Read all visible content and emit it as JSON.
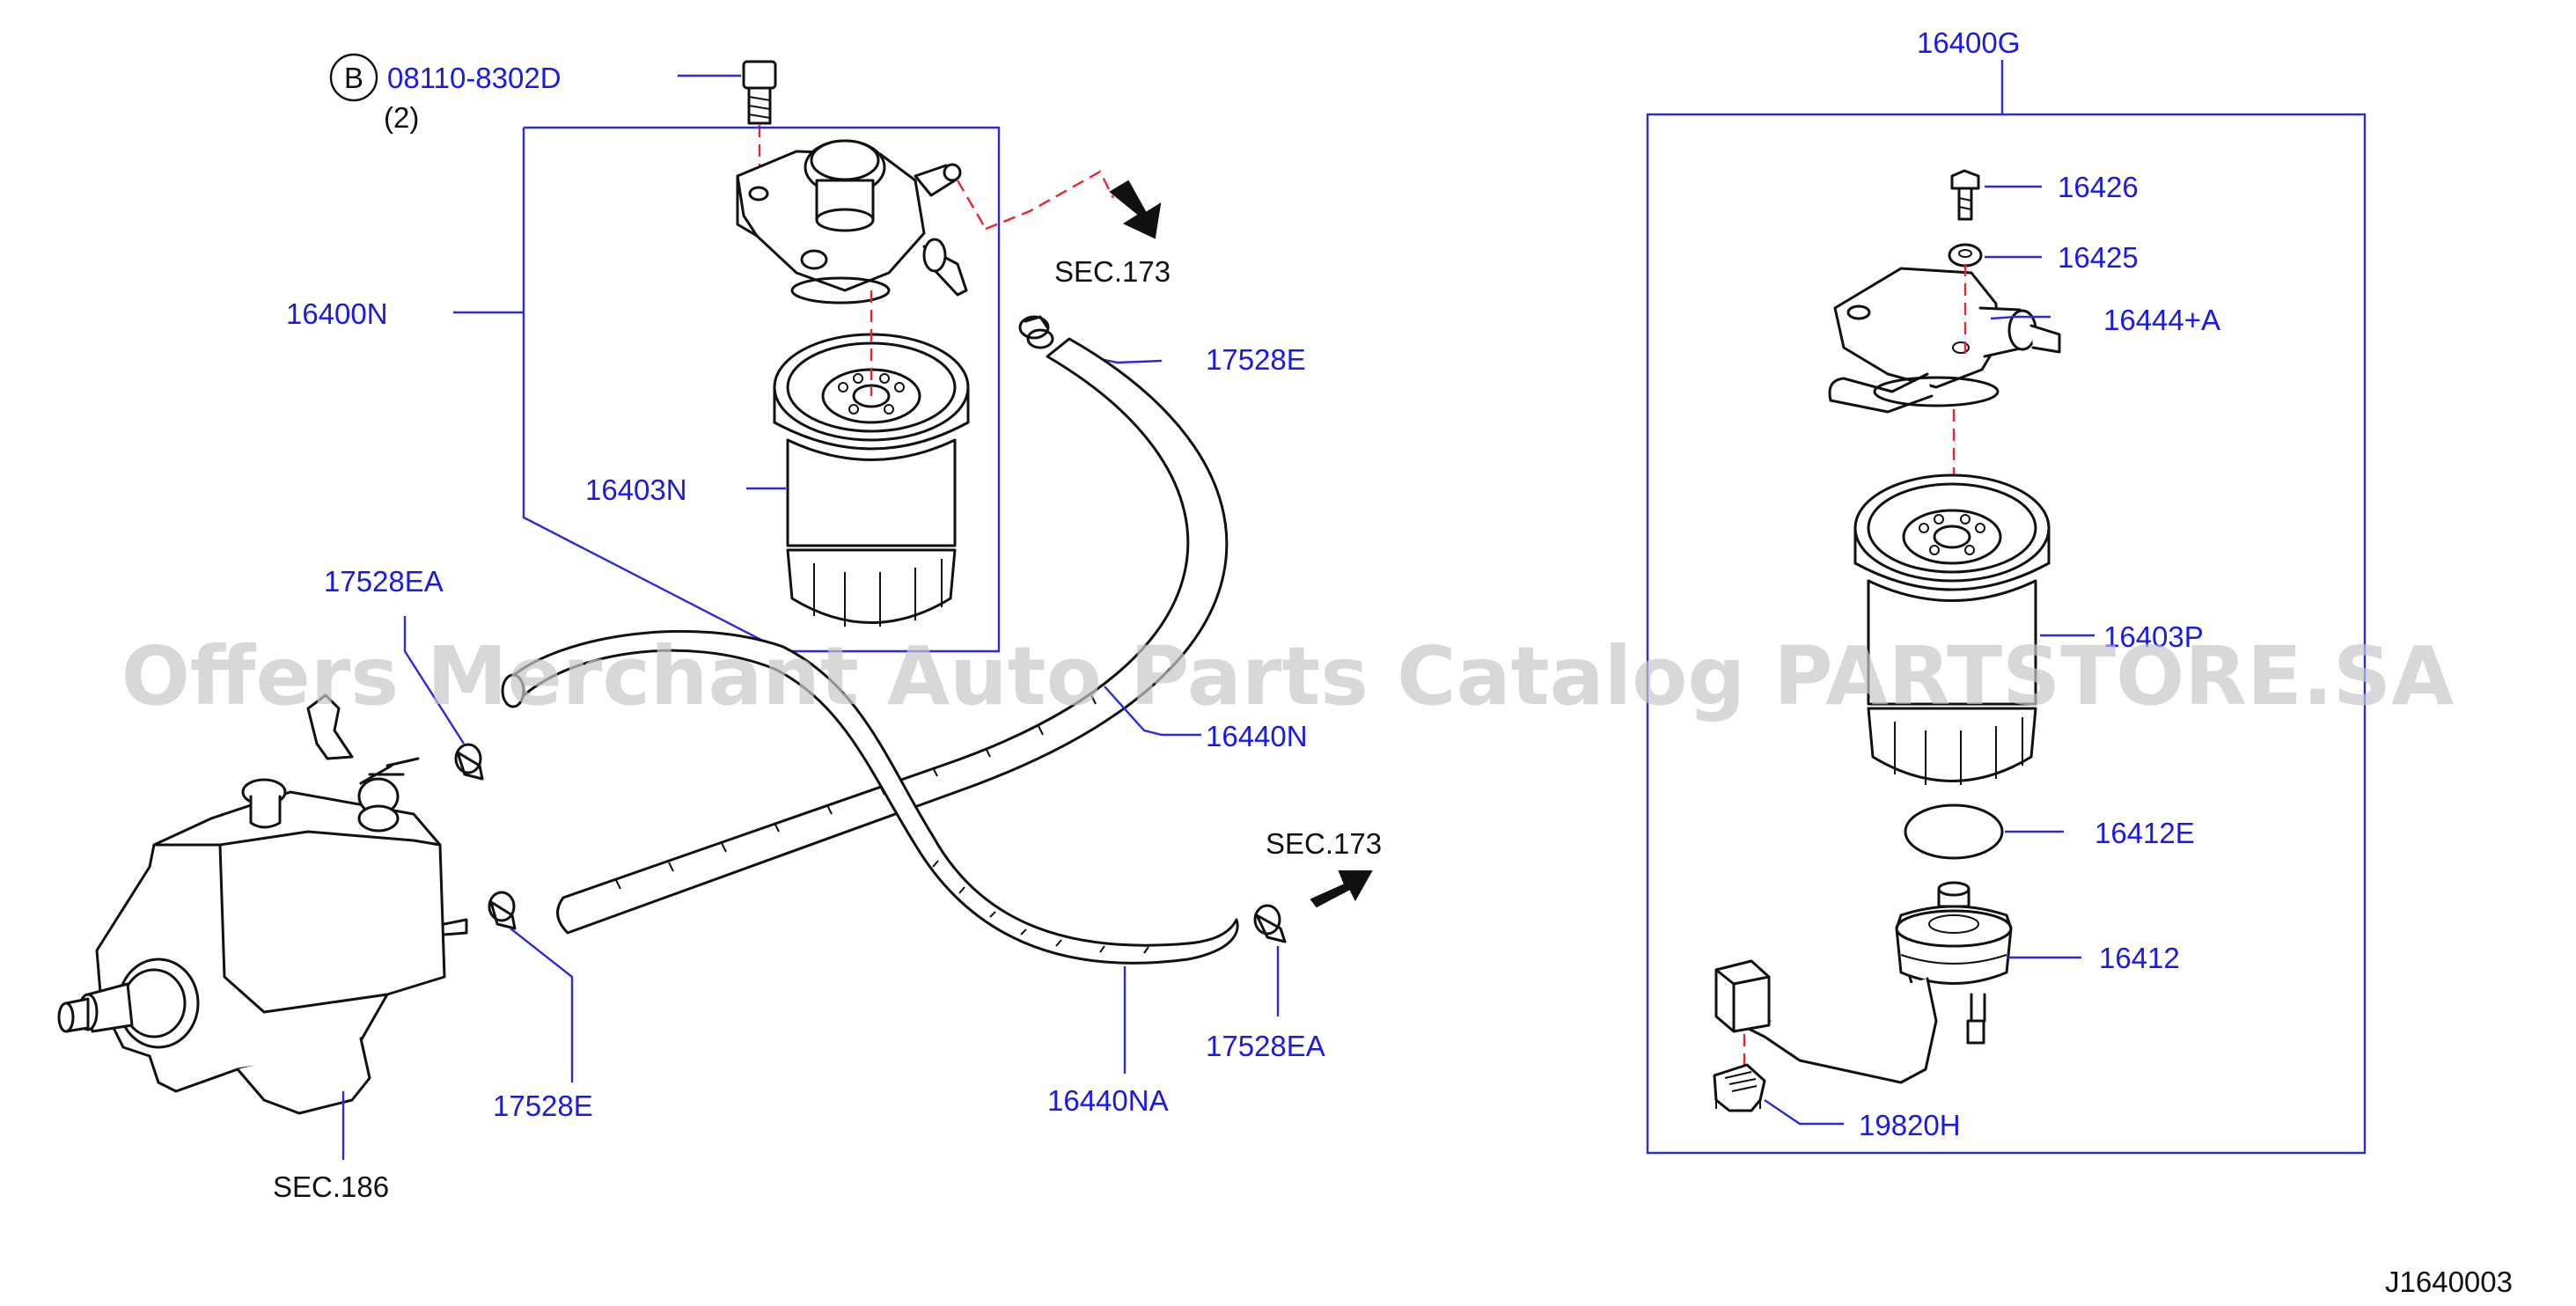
{
  "bolt_callout": {
    "badge": "B",
    "part": "08110-8302D",
    "qty": "(2)"
  },
  "labels": {
    "p16400N": "16400N",
    "p16403N": "16403N",
    "p17528E_top": "17528E",
    "p17528EA_left": "17528EA",
    "p16440N": "16440N",
    "p17528E_bottom": "17528E",
    "p16440NA": "16440NA",
    "p17528EA_right": "17528EA",
    "p16400G": "16400G",
    "p16426": "16426",
    "p16425": "16425",
    "p16444A": "16444+A",
    "p16403P": "16403P",
    "p16412E": "16412E",
    "p16412": "16412",
    "p19820H": "19820H"
  },
  "sections": {
    "sec173_top": "SEC.173",
    "sec173_mid": "SEC.173",
    "sec186": "SEC.186"
  },
  "diagram_code": "J1640003",
  "watermark": "Offers Merchant Auto Parts Catalog PARTSTORE.SA",
  "colors": {
    "label": "#1a1ae6",
    "leader": "#2b2bd9",
    "centerline": "#e8262b",
    "watermark": "#c8c8c8"
  }
}
